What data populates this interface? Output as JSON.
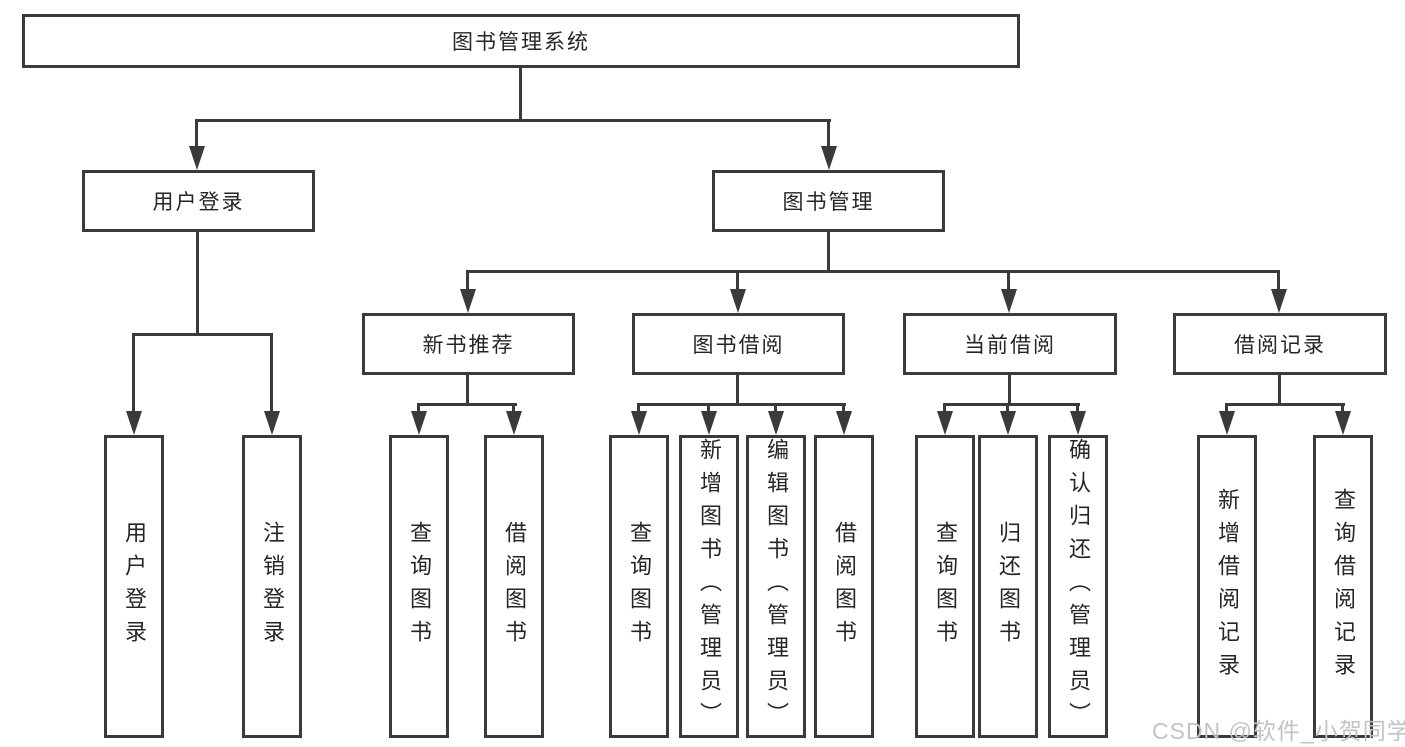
{
  "diagram": {
    "root": {
      "label": "图书管理系统"
    },
    "level2": [
      {
        "label": "用户登录",
        "children": [
          {
            "label": "用户登录"
          },
          {
            "label": "注销登录"
          }
        ]
      },
      {
        "label": "图书管理",
        "children": [
          {
            "label": "新书推荐",
            "children": [
              {
                "label": "查询图书"
              },
              {
                "label": "借阅图书"
              }
            ]
          },
          {
            "label": "图书借阅",
            "children": [
              {
                "label": "查询图书"
              },
              {
                "label": "新增图书（管理员）"
              },
              {
                "label": "编辑图书（管理员）"
              },
              {
                "label": "借阅图书"
              }
            ]
          },
          {
            "label": "当前借阅",
            "children": [
              {
                "label": "查询图书"
              },
              {
                "label": "归还图书"
              },
              {
                "label": "确认归还（管理员）"
              }
            ]
          },
          {
            "label": "借阅记录",
            "children": [
              {
                "label": "新增借阅记录"
              },
              {
                "label": "查询借阅记录"
              }
            ]
          }
        ]
      }
    ]
  },
  "watermark": {
    "text": "CSDN @软件_小贺同学"
  },
  "colors": {
    "line": "#3a3a3a",
    "text": "#262626",
    "watermark": "#c3c3c3",
    "background": "#ffffff"
  }
}
